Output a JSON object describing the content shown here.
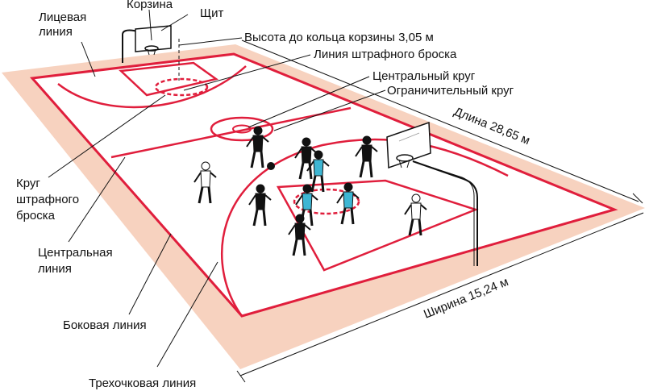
{
  "colors": {
    "surround": "#F7D2BF",
    "lines": "#E01E3C",
    "floor": "#FFFFFF",
    "jersey": "#3EB6D3",
    "player": "#111111"
  },
  "labels": {
    "korzina": "Корзина",
    "shchit": "Щит",
    "litsevaya_1": "Лицевая",
    "litsevaya_2": "линия",
    "vysota": "Высота до кольца корзины 3,05 м",
    "shtrafnaya": "Линия штрафного броска",
    "tsentr_krug": "Центральный круг",
    "ogranich": "Ограничительный круг",
    "dlina": "Длина 28,65 м",
    "krug_1": "Круг",
    "krug_2": "штрафного",
    "krug_3": "броска",
    "tsentr_liniya_1": "Центральная",
    "tsentr_liniya_2": "линия",
    "bokovaya": "Боковая линия",
    "shirina": "Ширина 15,24 м",
    "trekhochkovaya": "Трехочковая линия"
  }
}
